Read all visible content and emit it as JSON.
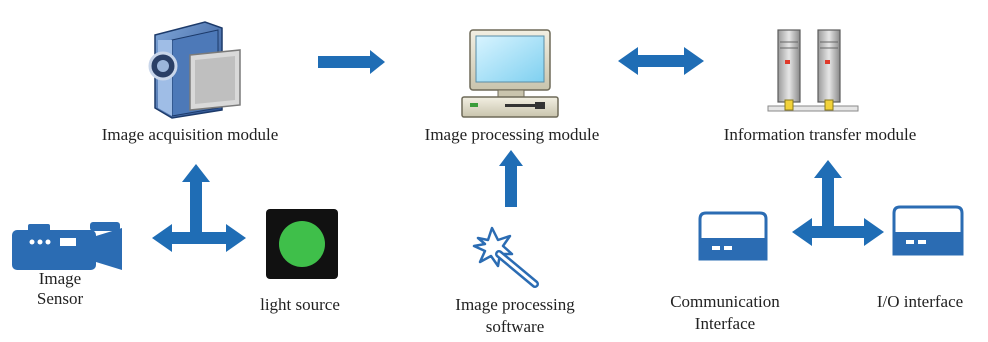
{
  "labels": {
    "image_acquisition": "Image acquisition module",
    "image_processing": "Image processing module",
    "information_transfer": "Information transfer module",
    "image_sensor_line1": "Image",
    "image_sensor_line2": "Sensor",
    "light_source": "light source",
    "software_line1": "Image processing",
    "software_line2": "software",
    "communication_line1": "Communication",
    "communication_line2": "Interface",
    "io_interface": "I/O interface"
  },
  "colors": {
    "arrow": "#1f6db5",
    "device_blue": "#2b6cb3",
    "light_green": "#3fbf4a",
    "light_bg": "#111111"
  },
  "icons": {
    "acquisition": "video-camera-icon",
    "processing": "computer-icon",
    "transfer": "servers-icon",
    "sensor": "camcorder-icon",
    "light": "light-source-icon",
    "software": "magic-wand-icon",
    "communication": "network-device-icon",
    "io": "io-device-icon"
  }
}
